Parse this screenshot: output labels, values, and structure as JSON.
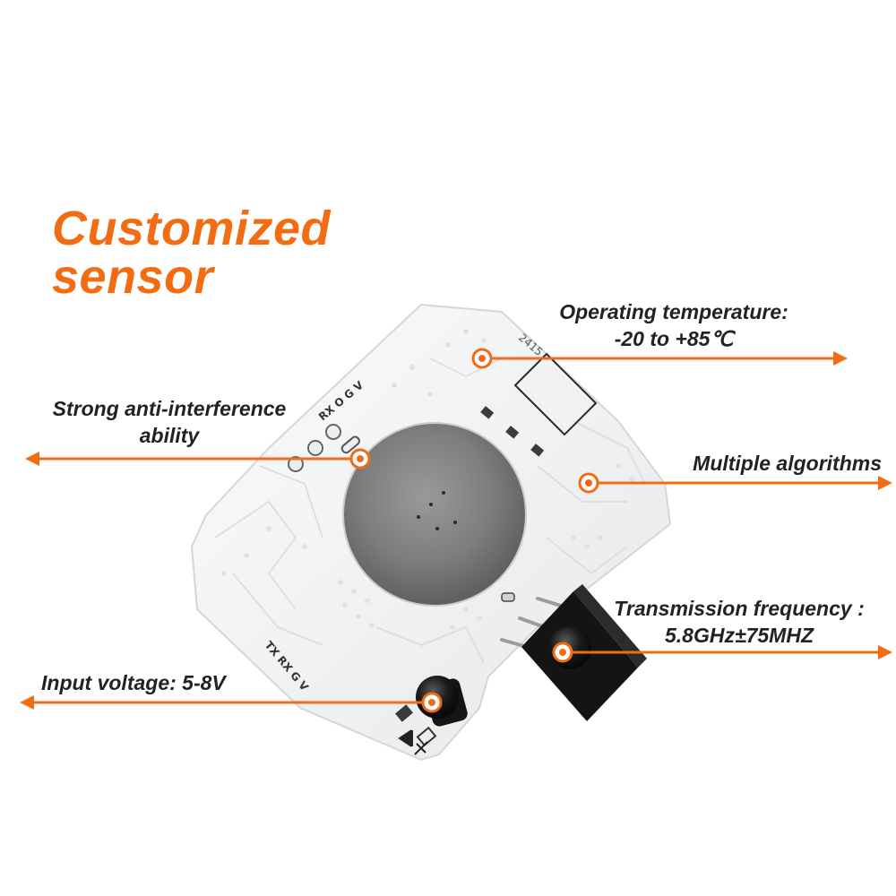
{
  "title": {
    "line1": "Customized",
    "line2": "sensor"
  },
  "callouts": {
    "operating_temperature": {
      "line1": "Operating temperature:",
      "line2": "-20 to +85℃"
    },
    "anti_interference": {
      "line1": "Strong anti-interference",
      "line2": "ability"
    },
    "algorithms": {
      "line1": "Multiple algorithms"
    },
    "transmission_frequency": {
      "line1": "Transmission frequency :",
      "line2": "5.8GHz±75MHZ"
    },
    "input_voltage": {
      "line1": "Input voltage: 5-8V"
    }
  },
  "board_silkscreen": {
    "top_pins": "RX O G V",
    "bottom_pins": "TX RX G V",
    "part_code": "2415"
  },
  "colors": {
    "accent": "#f26c13",
    "label_text": "#222222",
    "board": "#f4f5f6",
    "background": "#ffffff"
  },
  "icons": {
    "callout_marker": "orange-ring-dot",
    "callout_arrow": "orange-arrowhead",
    "diode_symbol": "diode-icon"
  }
}
